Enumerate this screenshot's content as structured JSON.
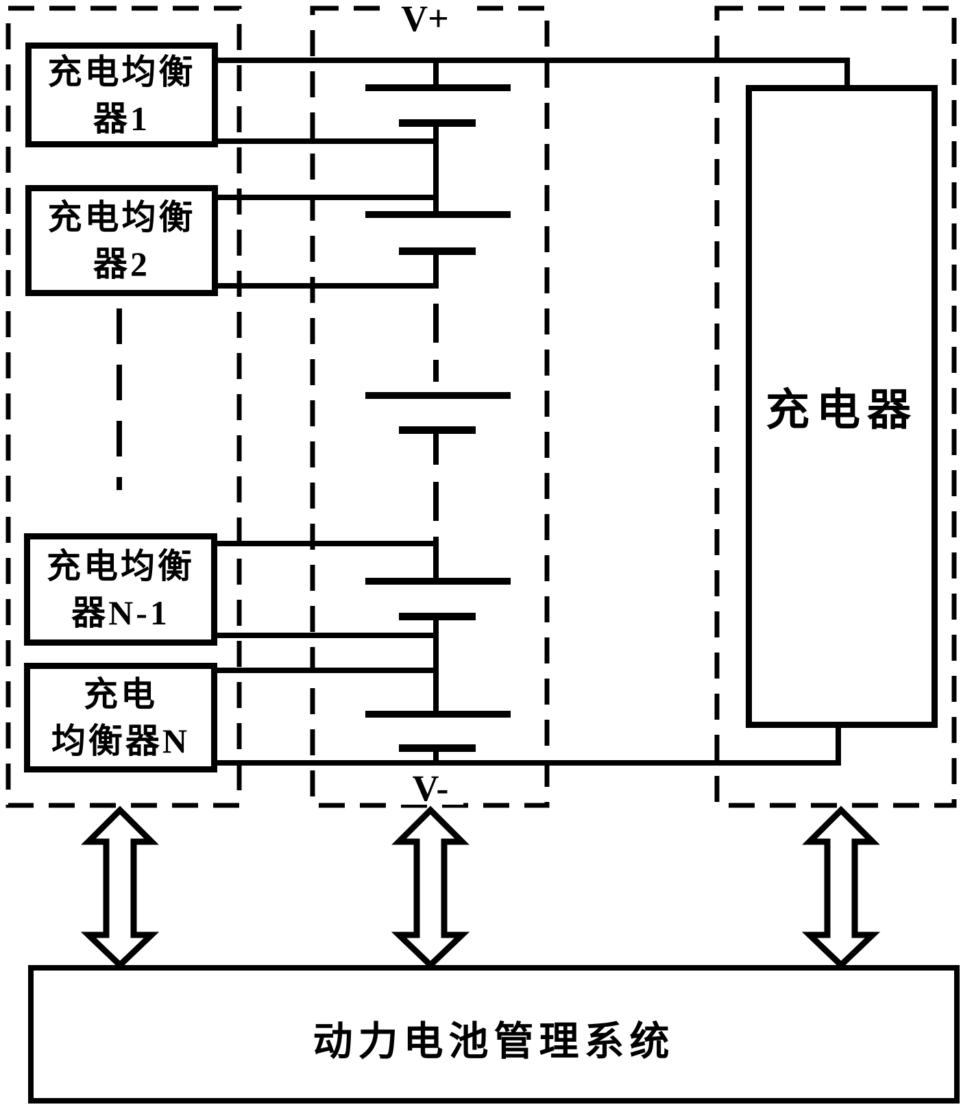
{
  "figure": {
    "type": "patent-circuit-block-diagram",
    "labels": {
      "v_plus": "V+",
      "v_minus": "V-",
      "charger": "充电器",
      "bms": "动力电池管理系统"
    },
    "equalizers": [
      {
        "line1": "充电均衡",
        "line2": "器1"
      },
      {
        "line1": "充电均衡",
        "line2": "器2"
      },
      {
        "line1": "充电均衡",
        "line2": "器N-1"
      },
      {
        "line1": "充电",
        "line2": "均衡器N"
      }
    ],
    "battery": {
      "cell_count_drawn": 5,
      "series_notation": "N cells in series, intermediate cells elided with dashes"
    },
    "colors": {
      "line": "#000000",
      "background": "#ffffff"
    }
  }
}
